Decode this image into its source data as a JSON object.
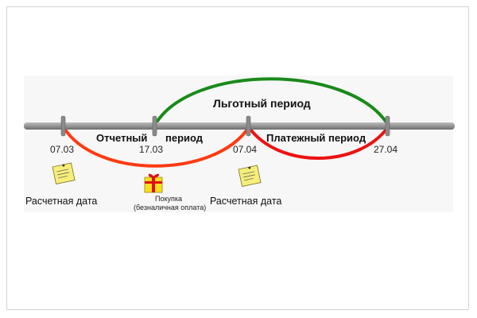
{
  "diagram": {
    "grace_period_label": "Льготный период",
    "reporting_period_word1": "Отчетный",
    "reporting_period_word2": "период",
    "payment_period_label": "Платежный период",
    "dates": [
      "07.03",
      "17.03",
      "07.04",
      "27.04"
    ],
    "statement_date_label_1": "Расчетная дата",
    "statement_date_label_2": "Расчетная дата",
    "purchase_label_line1": "Покупка",
    "purchase_label_line2": "(безналичная оплата)",
    "colors": {
      "grace": "#1a8a1a",
      "reporting": "#ff3a10",
      "payment": "#ee1111",
      "bar": "#8c8c8c"
    },
    "icons": [
      "note-icon",
      "gift-icon",
      "note-icon"
    ]
  }
}
